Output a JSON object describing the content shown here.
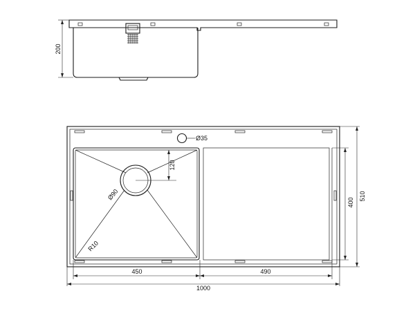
{
  "dimensions": {
    "height_side_view": "200",
    "drain_diameter": "Ø35",
    "tap_hole_offset": "120",
    "bowl_drain_diameter": "Ø90",
    "corner_radius": "R10",
    "drainboard_height": "400",
    "total_depth": "510",
    "bowl_width": "450",
    "drainboard_width": "490",
    "total_width": "1000"
  },
  "colors": {
    "line": "#1a1a1a",
    "background": "#ffffff"
  }
}
